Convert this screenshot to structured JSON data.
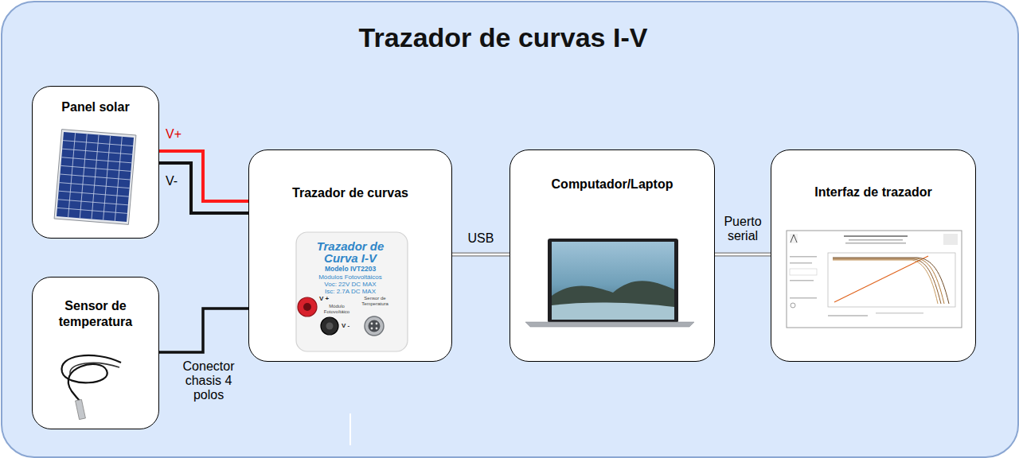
{
  "diagram": {
    "title": "Trazador de curvas I-V",
    "nodes": [
      {
        "text": [
          "Panel solar"
        ]
      },
      {
        "text": [
          "Sensor de temperatura"
        ]
      },
      {
        "text": [
          "Trazador de curvas"
        ]
      },
      {
        "text": [
          "Computador/Laptop"
        ]
      },
      {
        "text": [
          "Interfaz de trazador"
        ]
      }
    ],
    "edges": [
      {
        "from": 0,
        "to": 2,
        "arrow": "none",
        "label": "V+"
      },
      {
        "from": 0,
        "to": 2,
        "arrow": "none",
        "label": "V-"
      },
      {
        "from": 1,
        "to": 2,
        "arrow": "none",
        "label": "Conector chasis 4 polos"
      },
      {
        "from": 2,
        "to": 3,
        "arrow": "none",
        "label": "USB"
      },
      {
        "from": 3,
        "to": 4,
        "arrow": "none",
        "label": "Puerto serial"
      }
    ],
    "labels": [
      "Trazador de Curva I-V",
      "Modelo IVT2203",
      "Módulos Fotovoltáicos",
      "Voc: 22V DC MAX",
      "Isc: 2.7A DC MAX",
      "V +",
      "Módulo Fotovoltáico",
      "V -",
      "Sensor de Temperatura"
    ]
  }
}
